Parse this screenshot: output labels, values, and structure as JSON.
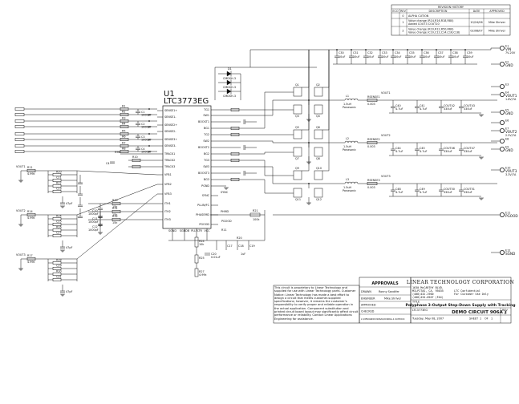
{
  "revision": {
    "title": "REVISION HISTORY",
    "headers": [
      "ECO",
      "REV",
      "DESCRIPTION",
      "DATE",
      "APPROVED"
    ],
    "rows": [
      {
        "eco": "",
        "rev": "0",
        "desc": [
          "ALPHA CUTION",
          ""
        ],
        "date": "",
        "approved": ""
      },
      {
        "eco": "",
        "rev": "1",
        "desc": [
          "Value change (R14,R16,R18,R80)",
          "Added COUT3 COUT10"
        ],
        "date": "10/24/06",
        "approved": "Mike Shriver"
      },
      {
        "eco": "",
        "rev": "2",
        "desc": [
          "Value change (R10,R12,R50,R60)",
          "Value change (C10,C12,C14,C16,C18)"
        ],
        "date": "02/08/07",
        "approved": "Mike Shriver"
      }
    ]
  },
  "ic": {
    "designator": "U1",
    "part": "LTC3773EG"
  },
  "ic_left_pins": [
    "SENSE1+",
    "SENSE1-",
    "SENSE2+",
    "SENSE2-",
    "SENSE3+",
    "SENSE3-",
    "TRACK1",
    "TRACK2",
    "TRACK3",
    "VFB1",
    "VFB2",
    "VFB3",
    "ITH1",
    "ITH2",
    "ITH3"
  ],
  "ic_right_pins": [
    "TG1",
    "SW1",
    "BOOST1",
    "BG1",
    "TG2",
    "SW2",
    "BOOST2",
    "BG2",
    "TG3",
    "SW3",
    "BOOST3",
    "BG3",
    "PGND",
    "SYNC",
    "PLLIN/FC",
    "PHASEMD",
    "PGOOD"
  ],
  "ic_bottom_pins": [
    "SGND",
    "SGNDB",
    "PLLFLTR",
    "VCC"
  ],
  "outputs": [
    {
      "name": "VOUT1",
      "value": "1.8V/7A"
    },
    {
      "name": "VOUT2",
      "value": "2.5V/7A"
    },
    {
      "name": "VOUT3",
      "value": "3.3V/7A"
    }
  ],
  "inputs": [
    {
      "name": "VIN",
      "value": "7V-20V"
    },
    {
      "name": "GND",
      "value": ""
    }
  ],
  "right_terminals": [
    "E1",
    "E2",
    "E3",
    "E4",
    "E5",
    "E6",
    "E7",
    "E8",
    "E9",
    "E10",
    "E11",
    "E12"
  ],
  "misc_labels": [
    "PGOOD",
    "GND",
    "SYNC",
    "PHMD",
    "VOUT1",
    "VOUT2",
    "VOUT3",
    "SGND"
  ],
  "notice": "This circuit is proprietary to Linear Technology and supplied for use with Linear Technology parts. Customer Notice: Linear Technology has made a best effort to design a circuit that meets customer-supplied specifications; however, it remains the customer's responsibility to verify proper and reliable operation in the actual application. Component substitution and printed circuit board layout may significantly affect circuit performance or reliability. Contact Linear Applications Engineering for assistance.",
  "approvals": {
    "title": "APPROVALS",
    "rows": [
      {
        "role": "DRAWN",
        "name": "Ronny Sandifer"
      },
      {
        "role": "ENGINEER",
        "name": "Mike Shriver"
      },
      {
        "role": "APPROVED",
        "name": ""
      },
      {
        "role": "CHECKED",
        "name": ""
      }
    ],
    "file": "L:\\DESIGN\\DC906A\\DC906A-1.SCHDOC"
  },
  "company": {
    "name": "LINEAR TECHNOLOGY CORPORATION",
    "address": [
      "1630 McCARTHY BLVD.",
      "MILPITAS, CA. 95035",
      "(408)432-1900",
      "(408)434-0507 (FAX)"
    ],
    "confidential": [
      "LTC Confidential",
      "For Customer Use Only"
    ]
  },
  "title_block": {
    "title_label": "TITLE",
    "title": "Polyphase 3-Output Step-Down Supply with Tracking",
    "ic_no": "LTC3773EG",
    "dc_label": "DEMO CIRCUIT 906A",
    "date": "Tuesday, May 08, 2007",
    "sheet_label": "SHEET",
    "sheet": "1",
    "of": "1",
    "rev_label": "REV",
    "rev": "3"
  }
}
